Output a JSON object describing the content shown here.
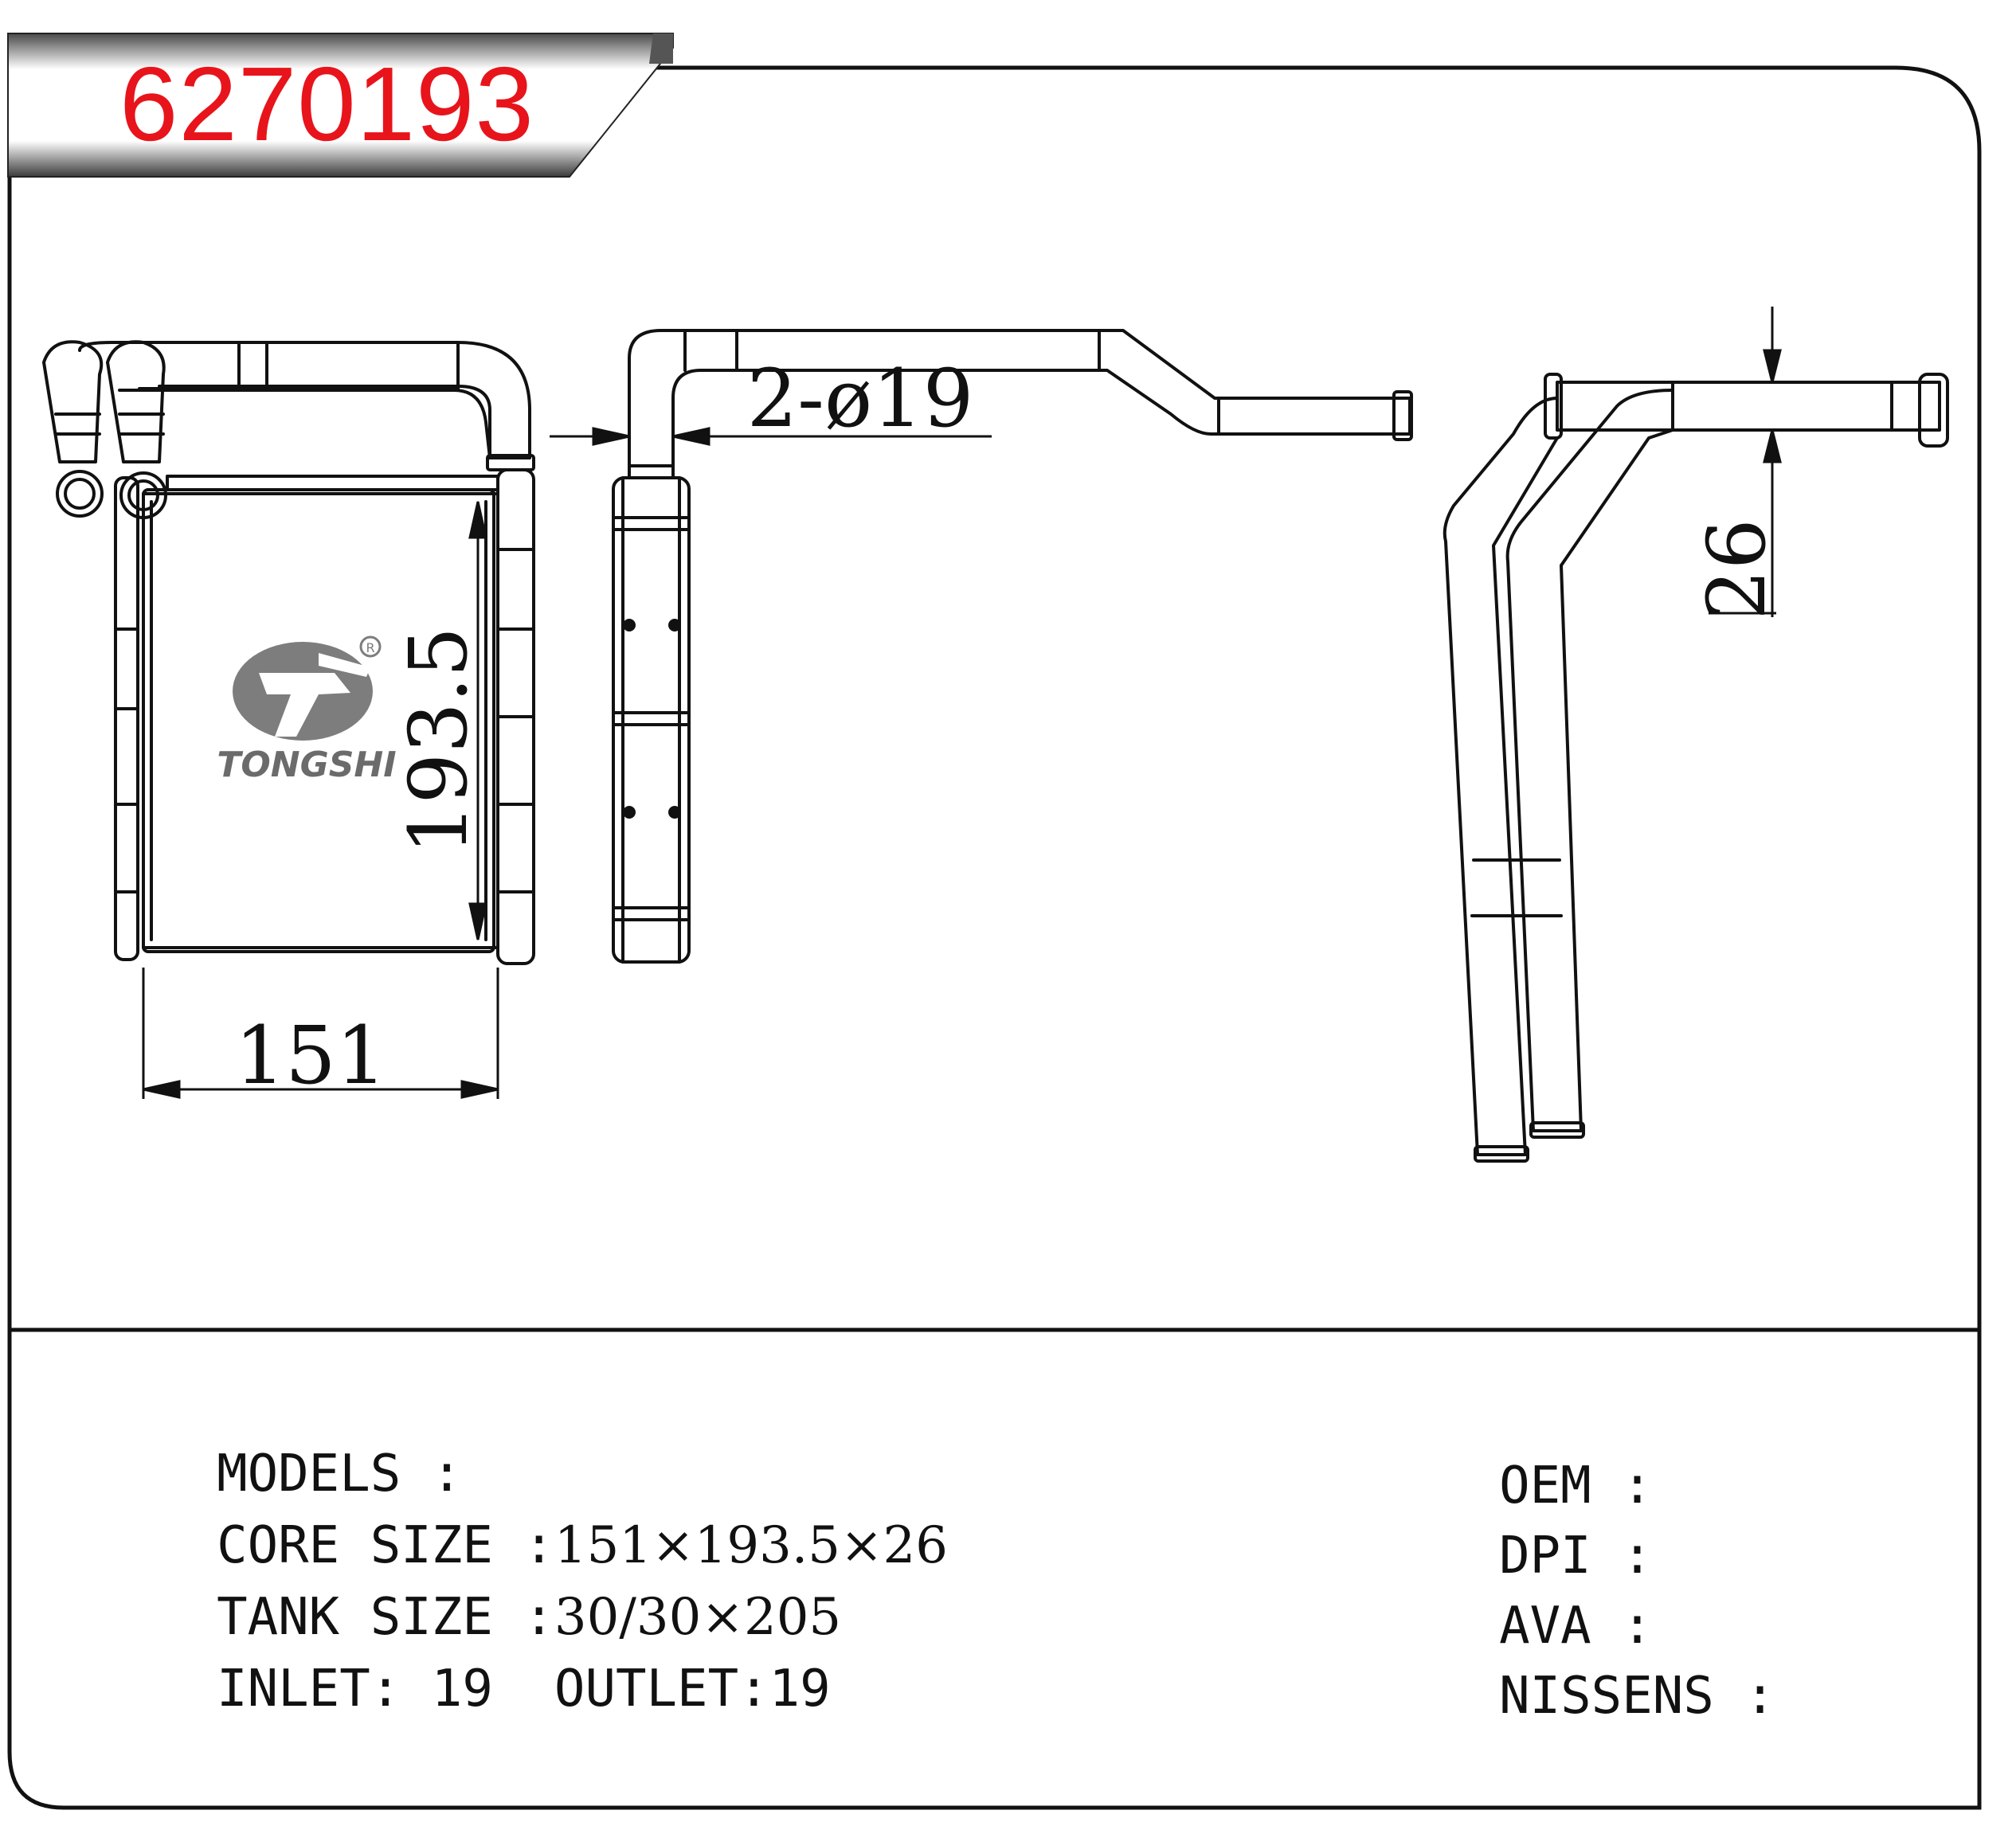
{
  "part_number": "6270193",
  "logo": {
    "brand": "TONGSHI",
    "registered_mark": "R",
    "icon": "tongshi-logo-icon"
  },
  "dimensions": {
    "width": "151",
    "height": "193.5",
    "pipe": "2-ø19",
    "depth": "26"
  },
  "specs": {
    "models_label": "MODELS :",
    "models_value": "",
    "core_label": "CORE SIZE :",
    "core_value": "151×193.5×26",
    "tank_label": "TANK SIZE :",
    "tank_value": "30/30×205",
    "inlet_label": "INLET:",
    "inlet_value": "19",
    "outlet_label": "OUTLET:",
    "outlet_value": "19"
  },
  "references": [
    {
      "label": "OEM",
      "sep": ":",
      "value": ""
    },
    {
      "label": "DPI",
      "sep": ":",
      "value": ""
    },
    {
      "label": "AVA",
      "sep": ":",
      "value": ""
    },
    {
      "label": "NISSENS",
      "sep": ":",
      "value": ""
    }
  ],
  "colors": {
    "part_number": "#e8141b",
    "line": "#111111",
    "logo": "#6b6b6b"
  }
}
